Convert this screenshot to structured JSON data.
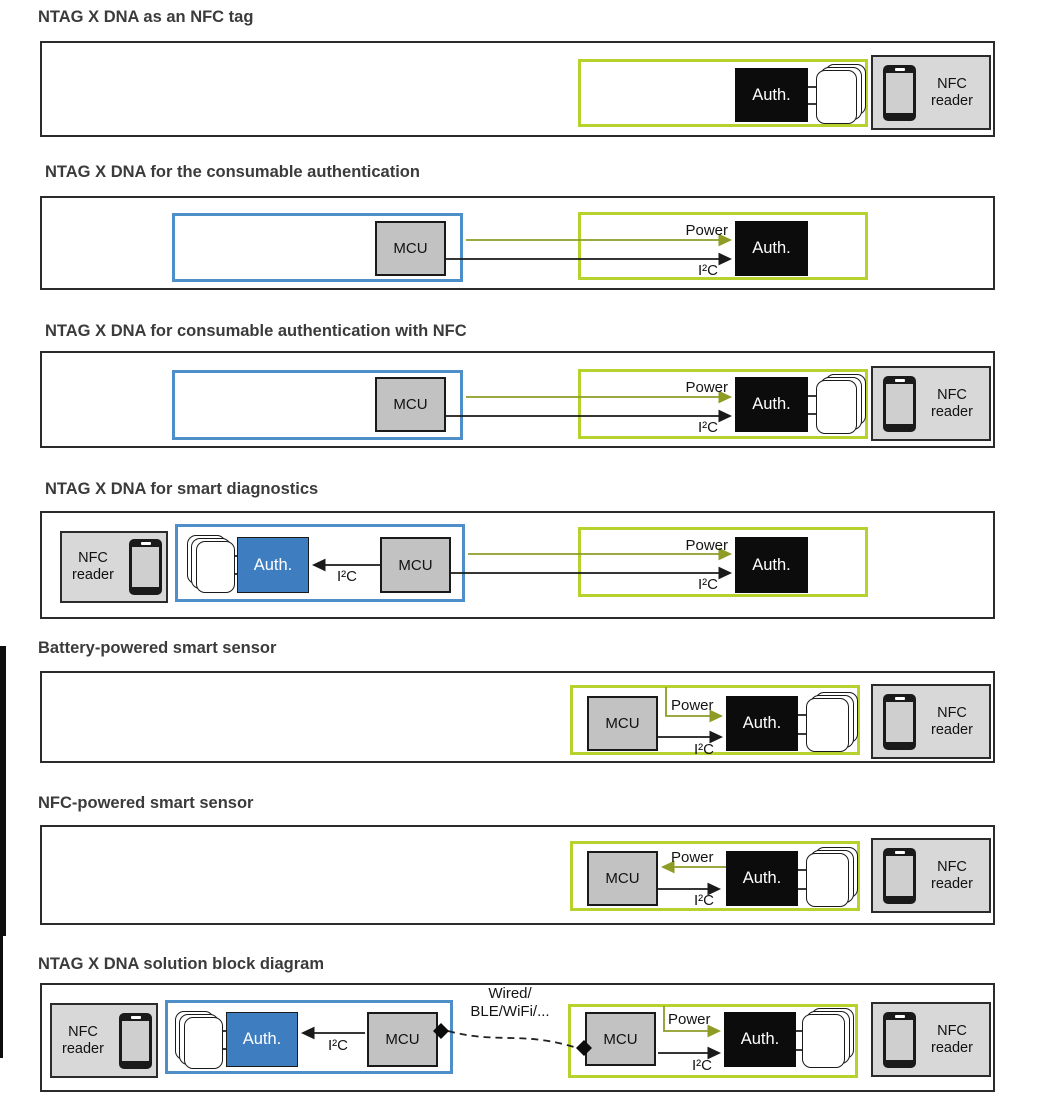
{
  "labels": {
    "auth": "Auth.",
    "mcu": "MCU",
    "nfc_reader": "NFC reader",
    "power": "Power",
    "i2c": "I²C",
    "wired_line1": "Wired/",
    "wired_line2": "BLE/WiFi/..."
  },
  "sections": [
    {
      "title": "NTAG X DNA as an NFC tag"
    },
    {
      "title": "NTAG X DNA for the consumable authentication"
    },
    {
      "title": "NTAG X DNA for consumable authentication with NFC"
    },
    {
      "title": "NTAG X DNA for smart diagnostics"
    },
    {
      "title": "Battery-powered smart sensor"
    },
    {
      "title": "NFC-powered smart sensor"
    },
    {
      "title": "NTAG X DNA solution block diagram"
    }
  ],
  "colors": {
    "tag_boundary_green": "#b5d32c",
    "host_boundary_blue": "#4e8ec9",
    "power_arrow_olive": "#8e9c26",
    "i2c_arrow_black": "#1a1a1a",
    "auth_black_fill": "#0c0c0c",
    "auth_blue_fill": "#3d7dc0",
    "mcu_gray": "#c2c2c2",
    "reader_gray": "#d8d8d8",
    "title_text": "#3b3b3b"
  }
}
